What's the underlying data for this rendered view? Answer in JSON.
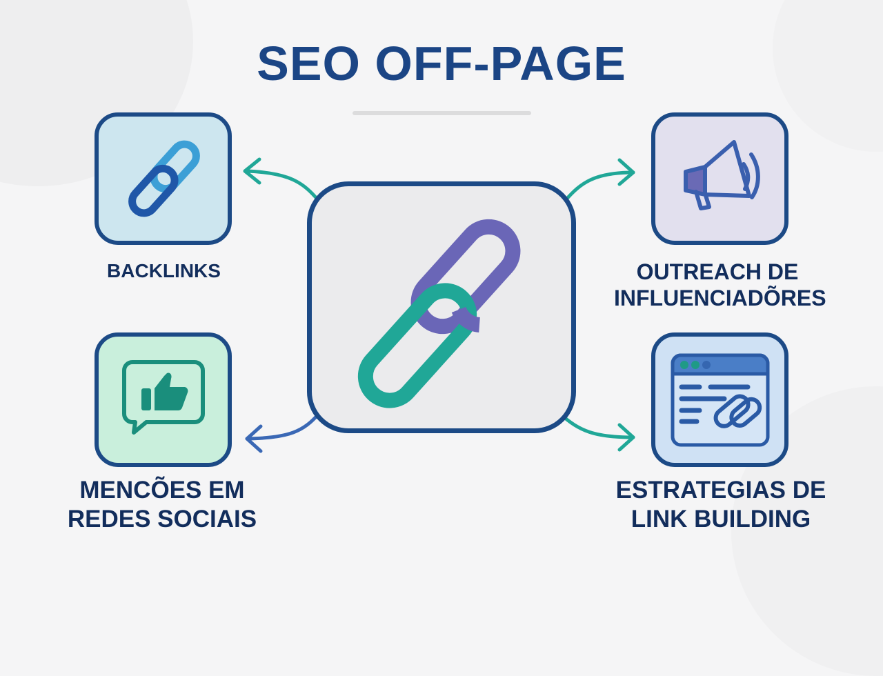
{
  "title": "SEO OFF-PAGE",
  "colors": {
    "title": "#1b4585",
    "card_border": "#1c4a86",
    "label_text": "#122d5c",
    "teal": "#20a797",
    "purple": "#6a66b7",
    "blue_arrow": "#3a68b5",
    "background": "#f5f5f6"
  },
  "center": {
    "icon": "chain-link-icon"
  },
  "nodes": [
    {
      "id": "backlinks",
      "label_lines": [
        "BACKLINKS"
      ],
      "icon": "link-icon",
      "card_bg": "#cde6ef"
    },
    {
      "id": "outreach",
      "label_lines": [
        "OUTREACH DE",
        "INFLUENCIADÕRES"
      ],
      "icon": "megaphone-icon",
      "card_bg": "#e2e0ee"
    },
    {
      "id": "mentions",
      "label_lines": [
        "MENCÕES EM",
        "REDES SOCIAIS"
      ],
      "icon": "thumbs-up-chat-icon",
      "card_bg": "#c9efdc"
    },
    {
      "id": "link-building",
      "label_lines": [
        "ESTRATEGIAS DE",
        "LINK BUILDING"
      ],
      "icon": "browser-link-icon",
      "card_bg": "#cfe1f4"
    }
  ]
}
